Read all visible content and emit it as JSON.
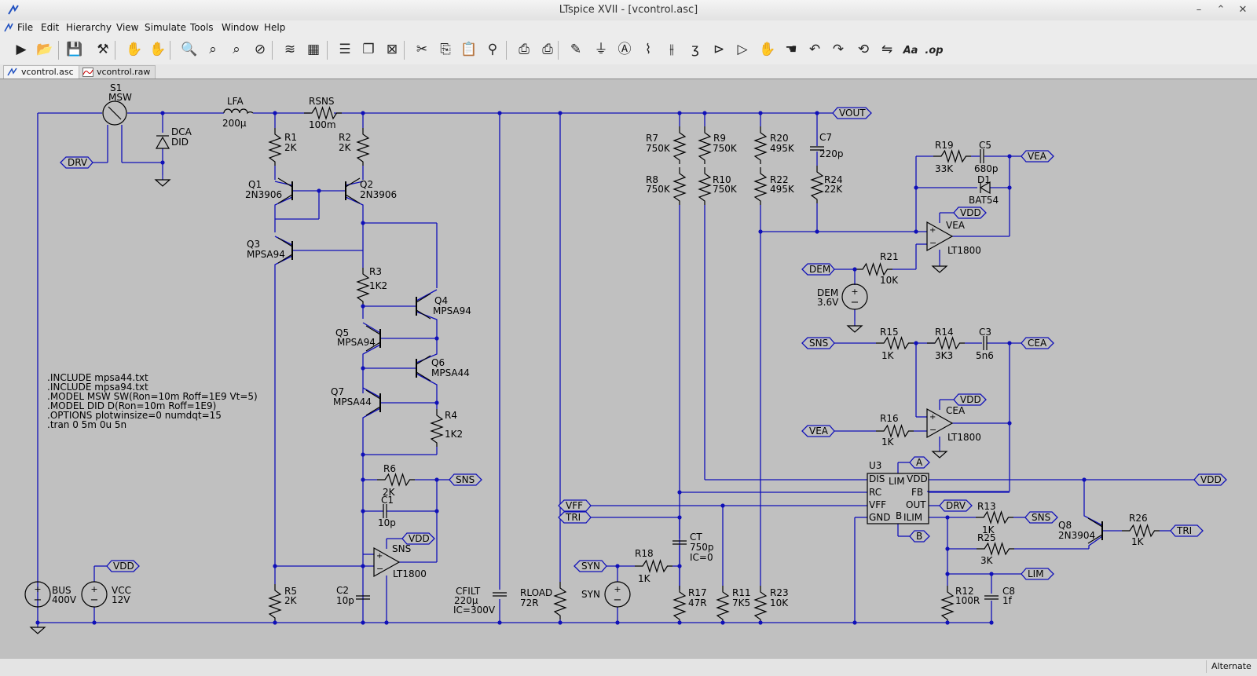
{
  "window": {
    "title": "LTspice XVII - [vcontrol.asc]"
  },
  "menu": [
    "File",
    "Edit",
    "Hierarchy",
    "View",
    "Simulate",
    "Tools",
    "Window",
    "Help"
  ],
  "toolbar": {
    "buttons": [
      "run-icon",
      "open-icon",
      "save-icon",
      "control-panel-icon",
      "halt-icon",
      "hand-icon",
      "zoom-in-icon",
      "zoom-full-icon",
      "zoom-out-icon",
      "zoom-cancel-icon",
      "plot-icon",
      "plot-settings-icon",
      "tile-icon",
      "cascade-icon",
      "close-all-icon",
      "cut-icon",
      "copy-icon",
      "paste-icon",
      "find-icon",
      "print-setup-icon",
      "print-icon",
      "wire-icon",
      "ground-icon",
      "label-icon",
      "resistor-icon",
      "capacitor-icon",
      "inductor-icon",
      "diode-icon",
      "component-icon",
      "move-icon",
      "drag-icon",
      "undo-icon",
      "redo-icon",
      "rotate-icon",
      "mirror-icon",
      "text-icon",
      "spice-directive-icon"
    ]
  },
  "tabs": [
    {
      "label": "vcontrol.asc",
      "active": true
    },
    {
      "label": "vcontrol.raw",
      "active": false
    }
  ],
  "status": {
    "mode": "Alternate"
  },
  "schematic": {
    "wire_color": "#1010b8",
    "labels": {
      "s1": "S1",
      "s1_model": "MSW",
      "dca": "DCA",
      "dca_model": "DID",
      "lfa": "LFA",
      "lfa_val": "200µ",
      "rsns": "RSNS",
      "rsns_val": "100m",
      "r1": "R1",
      "r1_val": "2K",
      "r2": "R2",
      "r2_val": "2K",
      "q1": "Q1",
      "q1_model": "2N3906",
      "q2": "Q2",
      "q2_model": "2N3906",
      "q3": "Q3",
      "q3_model": "MPSA94",
      "r3": "R3",
      "r3_val": "1K2",
      "q4": "Q4",
      "q4_model": "MPSA94",
      "q5": "Q5",
      "q5_model": "MPSA94",
      "q6": "Q6",
      "q6_model": "MPSA44",
      "q7": "Q7",
      "q7_model": "MPSA44",
      "r4": "R4",
      "r4_val": "1K2",
      "r6": "R6",
      "r6_val": "2K",
      "c1": "C1",
      "c1_val": "10p",
      "sns_amp": "SNS",
      "sns_amp_model": "LT1800",
      "r5": "R5",
      "r5_val": "2K",
      "c2": "C2",
      "c2_val": "10p",
      "bus": "BUS",
      "bus_val": "400V",
      "vcc": "VCC",
      "vcc_val": "12V",
      "cfilt": "CFILT",
      "cfilt_val": "220µ",
      "cfilt_ic": "IC=300V",
      "rload": "RLOAD",
      "rload_val": "72R",
      "r7": "R7",
      "r7_val": "750K",
      "r8": "R8",
      "r8_val": "750K",
      "r9": "R9",
      "r9_val": "750K",
      "r10": "R10",
      "r10_val": "750K",
      "r20": "R20",
      "r20_val": "495K",
      "r22": "R22",
      "r22_val": "495K",
      "c7": "C7",
      "c7_val": "220p",
      "r24": "R24",
      "r24_val": "22K",
      "r19": "R19",
      "r19_val": "33K",
      "c5": "C5",
      "c5_val": "680p",
      "d1": "D1",
      "d1_model": "BAT54",
      "vea_amp": "VEA",
      "vea_amp_model": "LT1800",
      "r21": "R21",
      "r21_val": "10K",
      "dem": "DEM",
      "dem_val": "3.6V",
      "r15": "R15",
      "r15_val": "1K",
      "r14": "R14",
      "r14_val": "3K3",
      "c3": "C3",
      "c3_val": "5n6",
      "cea_amp": "CEA",
      "cea_amp_model": "LT1800",
      "r16": "R16",
      "r16_val": "1K",
      "u3": "U3",
      "u3_dis": "DIS",
      "u3_lim": "LIM",
      "u3_vdd": "VDD",
      "u3_rc": "RC",
      "u3_fb": "FB",
      "u3_vff": "VFF",
      "u3_out": "OUT",
      "u3_gnd": "GND",
      "u3_b": "B",
      "u3_ilim": "ILIM",
      "r13": "R13",
      "r13_val": "1K",
      "r25": "R25",
      "r25_val": "3K",
      "q8": "Q8",
      "q8_model": "2N3904",
      "r26": "R26",
      "r26_val": "1K",
      "r12": "R12",
      "r12_val": "100R",
      "c8": "C8",
      "c8_val": "1f",
      "ct": "CT",
      "ct_val": "750p",
      "ct_ic": "IC=0",
      "r18": "R18",
      "r18_val": "1K",
      "syn_src": "SYN",
      "r17": "R17",
      "r17_val": "47R",
      "r11": "R11",
      "r11_val": "7K5",
      "r23": "R23",
      "r23_val": "10K"
    },
    "net_flags": {
      "vout": "VOUT",
      "drv_left": "DRV",
      "vea_out": "VEA",
      "vdd_vea": "VDD",
      "dem_in": "DEM",
      "sns_in": "SNS",
      "cea_out": "CEA",
      "vdd_cea": "VDD",
      "vea_in": "VEA",
      "a_flag": "A",
      "vdd_right": "VDD",
      "vff": "VFF",
      "tri": "TRI",
      "drv_out": "DRV",
      "sns_out": "SNS",
      "b_flag": "B",
      "tri_right": "TRI",
      "lim": "LIM",
      "syn": "SYN",
      "sns_mid": "SNS",
      "vdd_sns": "VDD",
      "vdd_left": "VDD"
    },
    "directives": [
      ".INCLUDE mpsa44.txt",
      ".INCLUDE mpsa94.txt",
      ".MODEL MSW SW(Ron=10m Roff=1E9 Vt=5)",
      ".MODEL DID D(Ron=10m Roff=1E9)",
      ".OPTIONS plotwinsize=0 numdqt=15",
      ".tran 0 5m 0u 5n"
    ]
  }
}
